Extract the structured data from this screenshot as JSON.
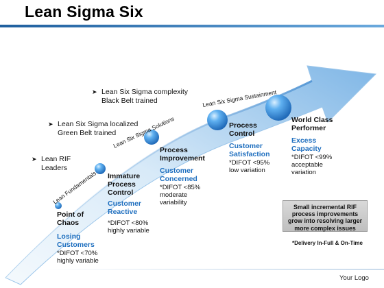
{
  "title": "Lean Sigma Six",
  "arrow_labels": {
    "fundamentals": "Lean Fundamentals",
    "solutions": "Lean Six Sigma Solutions",
    "sustainment": "Lean Six Sigma Sustainment"
  },
  "bullets": [
    {
      "line1": "Lean Six Sigma complexity",
      "line2": "Black Belt trained"
    },
    {
      "line1": "Lean Six Sigma localized",
      "line2": "Green Belt trained"
    },
    {
      "line1": "Lean RIF",
      "line2": "Leaders"
    }
  ],
  "stages": [
    {
      "title": [
        "Point of",
        "Chaos"
      ],
      "blue": [
        "Losing",
        "Customers"
      ],
      "note": [
        "*DIFOT <70%",
        "highly variable"
      ]
    },
    {
      "title": [
        "Immature",
        "Process",
        "Control"
      ],
      "blue": [
        "Customer",
        "Reactive"
      ],
      "note": [
        "*DIFOT <80%",
        "highly variable"
      ]
    },
    {
      "title": [
        "Process",
        "Improvement"
      ],
      "blue": [
        "Customer",
        "Concerned"
      ],
      "note": [
        "*DIFOT <85%",
        "moderate",
        "variability"
      ]
    },
    {
      "title": [
        "Process",
        "Control"
      ],
      "blue": [
        "Customer",
        "Satisfaction"
      ],
      "note": [
        "*DIFOT <95%",
        "low variation"
      ]
    },
    {
      "title": [
        "World Class",
        "Performer"
      ],
      "blue": [
        "Excess",
        "Capacity"
      ],
      "note": [
        "*DIFOT <99%",
        "acceptable",
        "variation"
      ]
    }
  ],
  "callout": [
    "Small incremental RIF",
    "process improvements",
    "grow into resolving larger",
    "more complex issues"
  ],
  "footnote": "*Delivery In-Full & On-Time",
  "logo": "Your Logo",
  "colors": {
    "accent": "#1f6fbf",
    "arrow_light": "#e4f1fb",
    "arrow_mid": "#a9cdee",
    "sphere": "#2f8fe0"
  }
}
